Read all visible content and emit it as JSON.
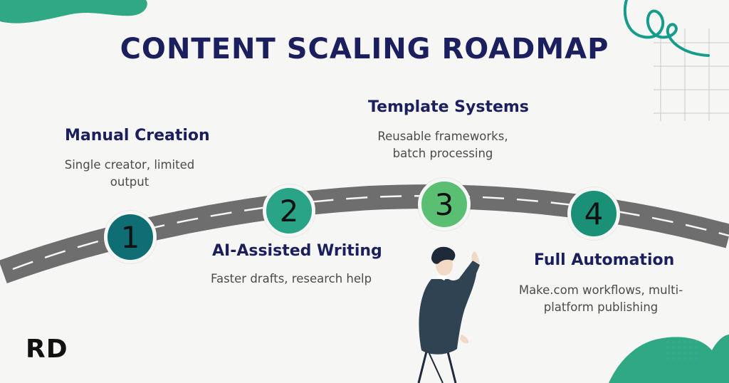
{
  "title": "CONTENT SCALING ROADMAP",
  "colors": {
    "title": "#1b1f5e",
    "road": "#6e6e6e",
    "blob": "#2fa883",
    "step1": "#0f6e73",
    "step2": "#2aa487",
    "step3": "#5bbf73",
    "step4": "#1a9077"
  },
  "steps": [
    {
      "number": "1",
      "title": "Manual Creation",
      "desc_lines": [
        "Single creator, limited",
        "output"
      ]
    },
    {
      "number": "2",
      "title": "AI-Assisted Writing",
      "desc_lines": [
        "Faster drafts, research help"
      ]
    },
    {
      "number": "3",
      "title": "Template Systems",
      "desc_lines": [
        "Reusable frameworks,",
        "batch processing"
      ]
    },
    {
      "number": "4",
      "title": "Full Automation",
      "desc_lines": [
        "Make.com workflows, multi-",
        "platform publishing"
      ]
    }
  ],
  "logo": "RD",
  "icons": [
    "blob-decoration",
    "swirl-decoration",
    "grid-decoration",
    "dot-grid-decoration",
    "person-pointing-illustration"
  ]
}
